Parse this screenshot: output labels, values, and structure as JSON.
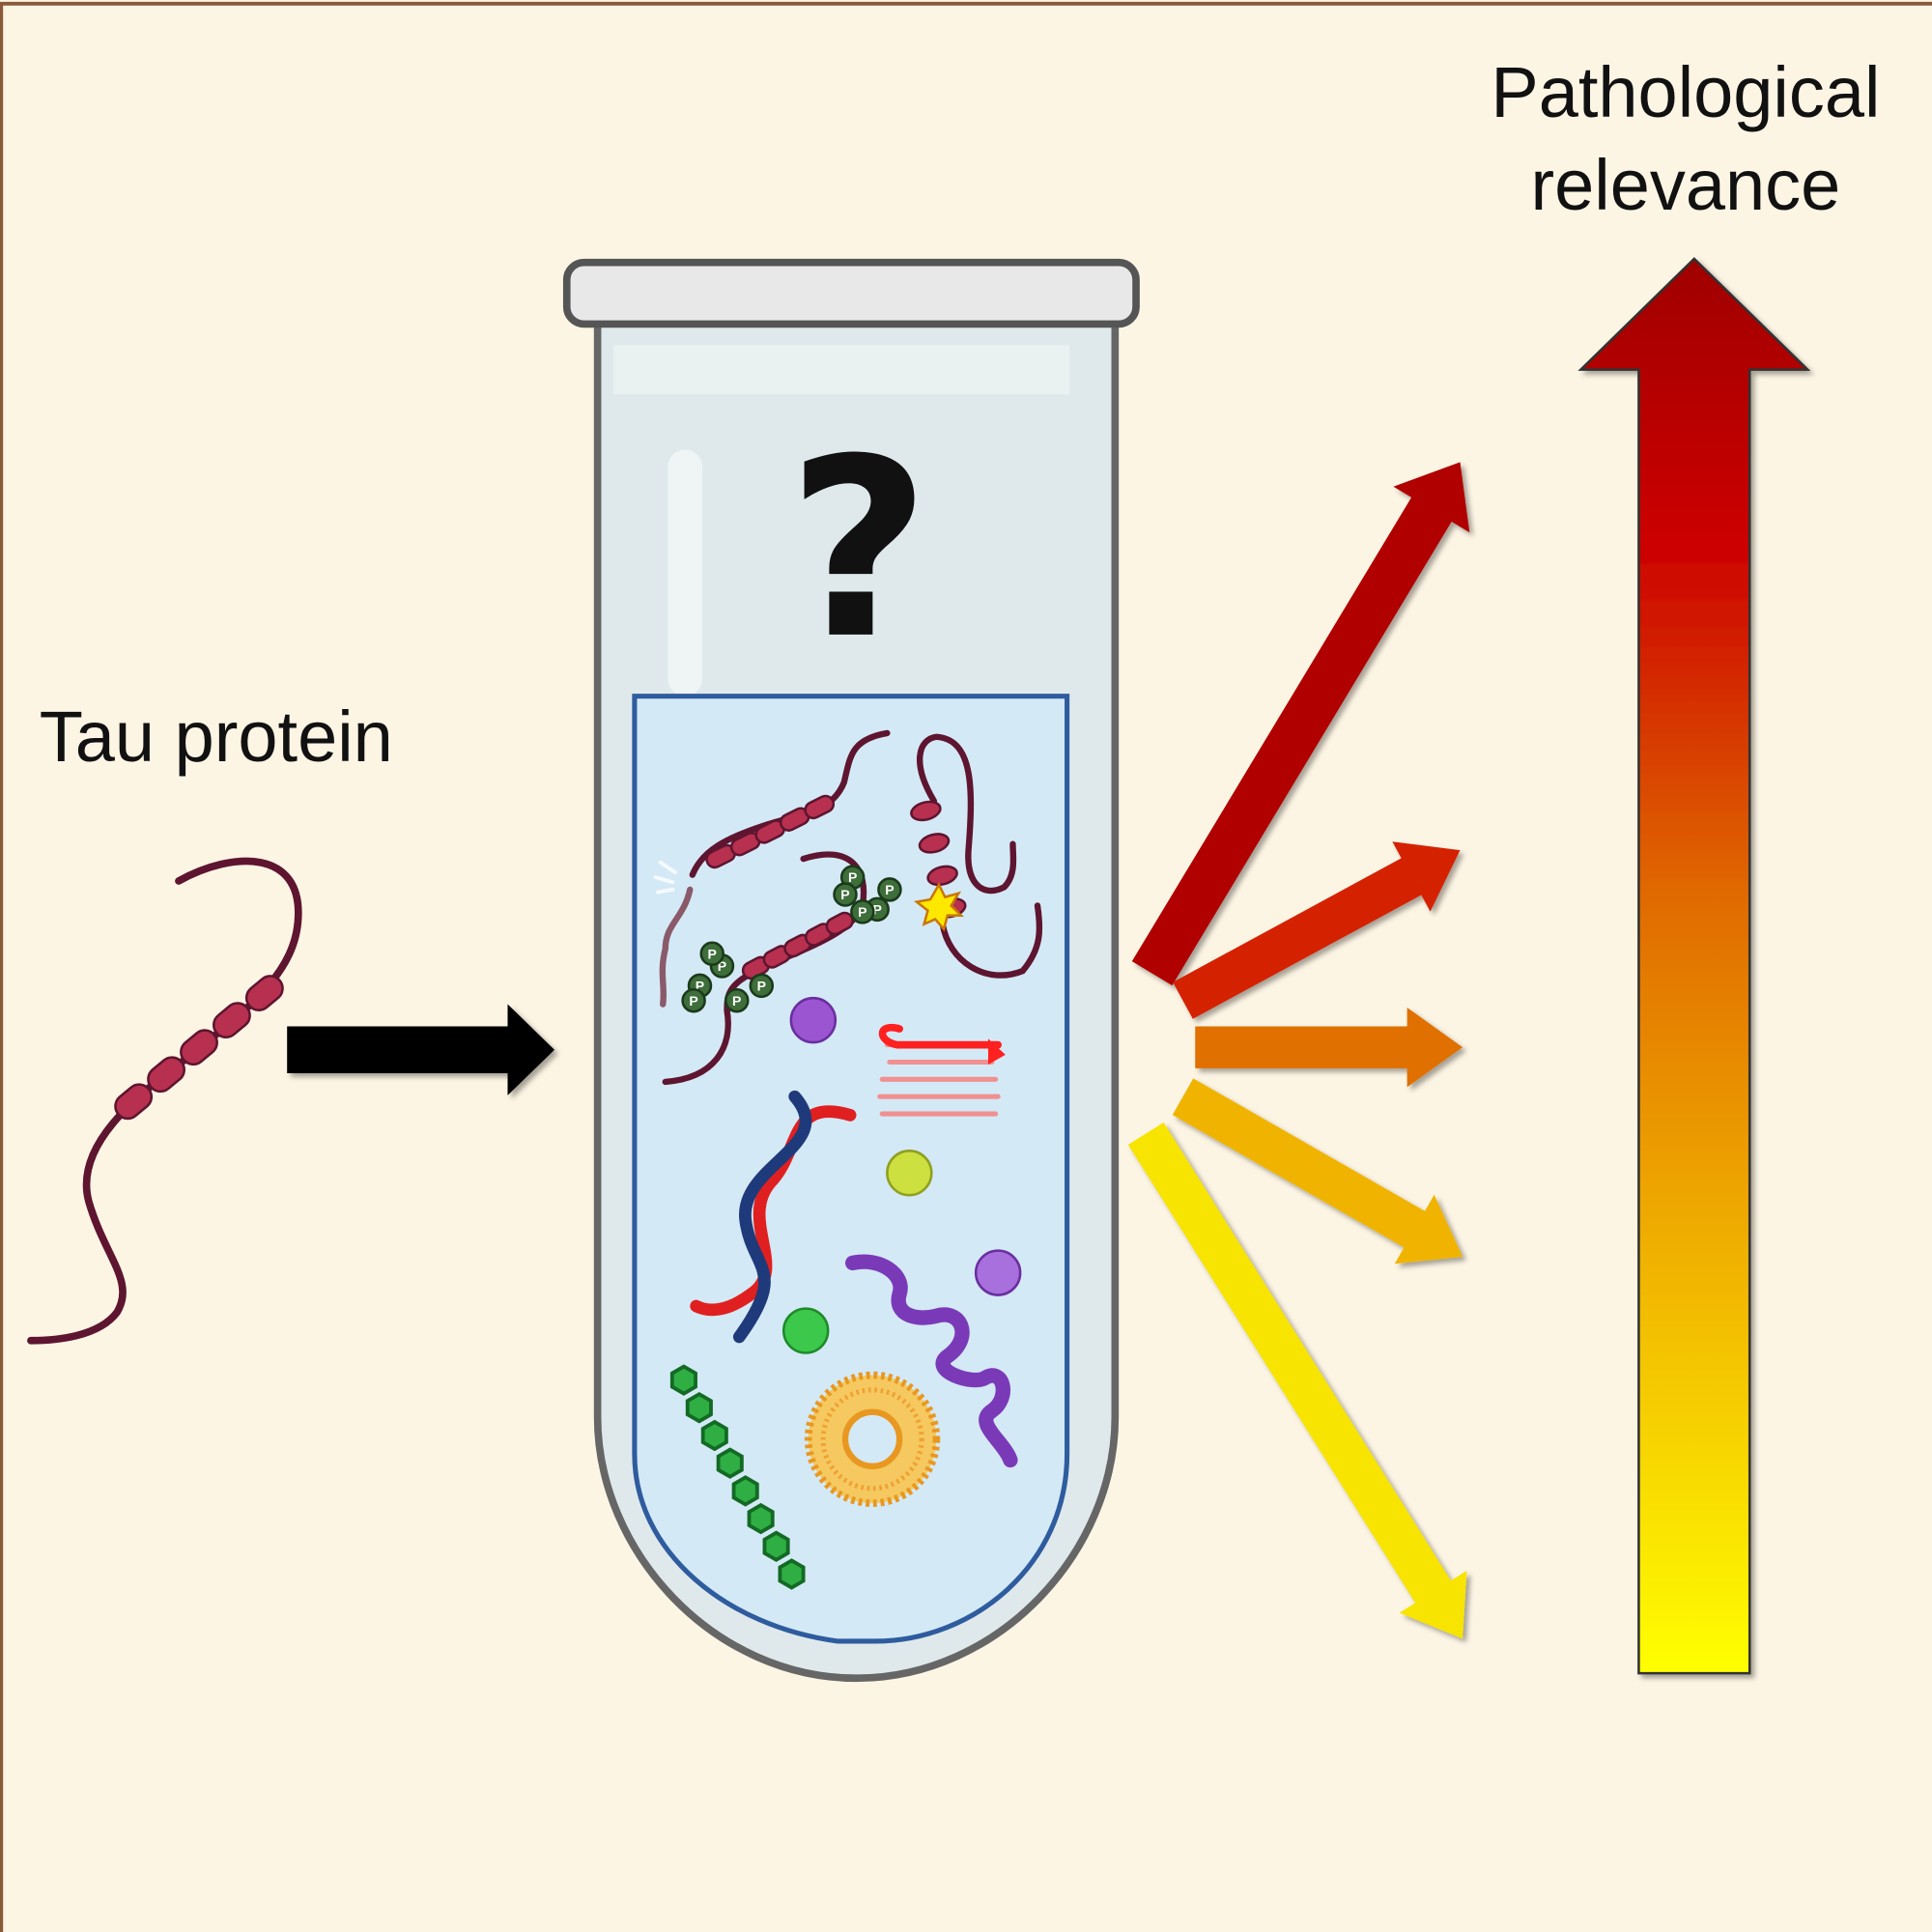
{
  "title": {
    "line1": "Pathological",
    "line2": "relevance"
  },
  "input_label": "Tau protein",
  "tube_mark": "?",
  "phospho_label": "P",
  "colors": {
    "background": "#fdf5e4",
    "frame": "#8a5a3a",
    "tau": "#5e1530",
    "tau_bead": "#b8304f",
    "liquid": "#d4e9f6",
    "liquid_edge": "#2e5c9e",
    "arrows": [
      "#b00000",
      "#d42000",
      "#e07000",
      "#f0b400",
      "#f7e400"
    ],
    "gradient": [
      "#a00000",
      "#cc0000",
      "#e06a00",
      "#f0b000",
      "#ffff00"
    ]
  }
}
